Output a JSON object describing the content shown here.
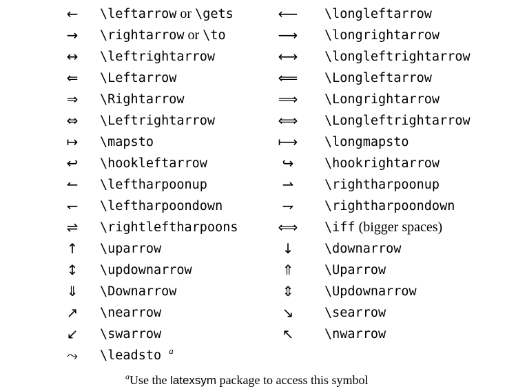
{
  "rows": [
    {
      "sym1": "←",
      "cmd1a": "\\leftarrow",
      "conj1": " or ",
      "cmd1b": "\\gets",
      "sym2": "⟵",
      "cmd2": "\\longleftarrow"
    },
    {
      "sym1": "→",
      "cmd1a": "\\rightarrow",
      "conj1": " or ",
      "cmd1b": "\\to",
      "sym2": "⟶",
      "cmd2": "\\longrightarrow"
    },
    {
      "sym1": "↔",
      "cmd1a": "\\leftrightarrow",
      "sym2": "⟷",
      "cmd2": "\\longleftrightarrow"
    },
    {
      "sym1": "⇐",
      "cmd1a": "\\Leftarrow",
      "sym2": "⟸",
      "cmd2": "\\Longleftarrow"
    },
    {
      "sym1": "⇒",
      "cmd1a": "\\Rightarrow",
      "sym2": "⟹",
      "cmd2": "\\Longrightarrow"
    },
    {
      "sym1": "⇔",
      "cmd1a": "\\Leftrightarrow",
      "sym2": "⟺",
      "cmd2": "\\Longleftrightarrow"
    },
    {
      "sym1": "↦",
      "cmd1a": "\\mapsto",
      "sym2": "⟼",
      "cmd2": "\\longmapsto"
    },
    {
      "sym1": "↩",
      "cmd1a": "\\hookleftarrow",
      "sym2": "↪",
      "cmd2": "\\hookrightarrow"
    },
    {
      "sym1": "↼",
      "cmd1a": "\\leftharpoonup",
      "sym2": "⇀",
      "cmd2": "\\rightharpoonup"
    },
    {
      "sym1": "↽",
      "cmd1a": "\\leftharpoondown",
      "sym2": "⇁",
      "cmd2": "\\rightharpoondown"
    },
    {
      "sym1": "⇌",
      "cmd1a": "\\rightleftharpoons",
      "sym2": "⟺",
      "cmd2": "\\iff",
      "note2": " (bigger spaces)"
    },
    {
      "sym1": "↑",
      "cmd1a": "\\uparrow",
      "sym2": "↓",
      "cmd2": "\\downarrow"
    },
    {
      "sym1": "↕",
      "cmd1a": "\\updownarrow",
      "sym2": "⇑",
      "cmd2": "\\Uparrow"
    },
    {
      "sym1": "⇓",
      "cmd1a": "\\Downarrow",
      "sym2": "⇕",
      "cmd2": "\\Updownarrow"
    },
    {
      "sym1": "↗",
      "cmd1a": "\\nearrow",
      "sym2": "↘",
      "cmd2": "\\searrow"
    },
    {
      "sym1": "↙",
      "cmd1a": "\\swarrow",
      "sym2": "↖",
      "cmd2": "\\nwarrow"
    },
    {
      "sym1": "⤳",
      "cmd1a": "\\leadsto",
      "mark1": "a",
      "sym2": "",
      "cmd2": ""
    }
  ],
  "footnote": {
    "mark": "a",
    "text_before": "Use the ",
    "package": "latexsym",
    "text_after": " package to access this symbol"
  }
}
